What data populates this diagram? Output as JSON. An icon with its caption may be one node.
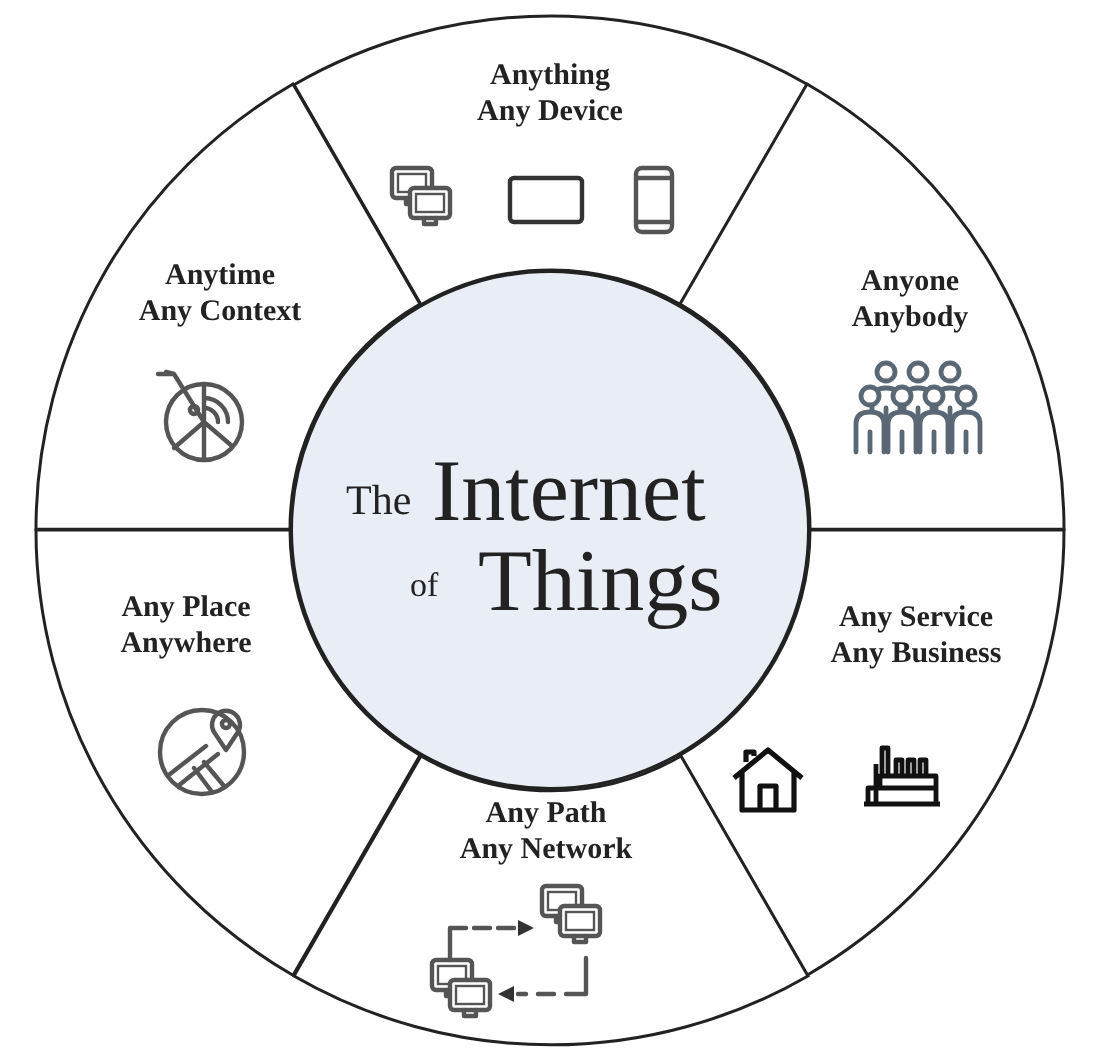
{
  "diagram": {
    "nodes": [
      {
        "text": [
          "Anything Any Device"
        ]
      },
      {
        "text": [
          "Anytime Any Context"
        ]
      },
      {
        "text": [
          "Anyone Anybody"
        ]
      },
      {
        "text": [
          "The",
          "Internet",
          "of",
          "Things"
        ]
      },
      {
        "text": [
          "Any Place Anywhere"
        ]
      },
      {
        "text": [
          "Any Service Any Business"
        ]
      },
      {
        "text": [
          "Any Path Any Network"
        ]
      }
    ],
    "edges": []
  }
}
